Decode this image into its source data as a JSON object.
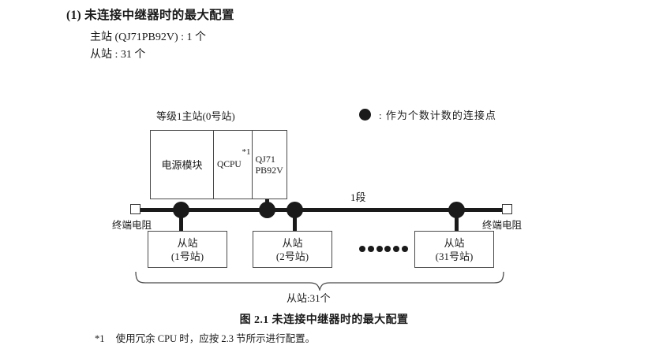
{
  "heading": {
    "number": "(1)",
    "title": "未连接中继器时的最大配置",
    "spec_master": "主站 (QJ71PB92V) : 1 个",
    "spec_slave": "从站 : 31 个"
  },
  "diagram": {
    "rack_label": "等级1主站(0号站)",
    "modules": {
      "power": "电源模块",
      "cpu": "QCPU",
      "cpu_footnote": "*1",
      "network_line1": "QJ71",
      "network_line2": "PB92V"
    },
    "segment_label": "1段",
    "terminator_left": "终端电阻",
    "terminator_right": "终端电阻",
    "slaves": [
      {
        "name": "从站",
        "station": "(1号站)"
      },
      {
        "name": "从站",
        "station": "(2号站)"
      },
      {
        "name": "从站",
        "station": "(31号站)"
      }
    ],
    "brace_label": "从站:31个",
    "legend": {
      "symbol": "filled-circle",
      "separator": ":",
      "text": "作为个数计数的连接点"
    }
  },
  "caption": "图 2.1  未连接中继器时的最大配置",
  "footnote": {
    "mark": "*1",
    "text": "使用冗余 CPU 时，应按 2.3 节所示进行配置。"
  },
  "colors": {
    "ink": "#1a1a1a",
    "box_border": "#4a4a4a",
    "bus": "#1a1a1a",
    "page_background": "#ffffff"
  }
}
